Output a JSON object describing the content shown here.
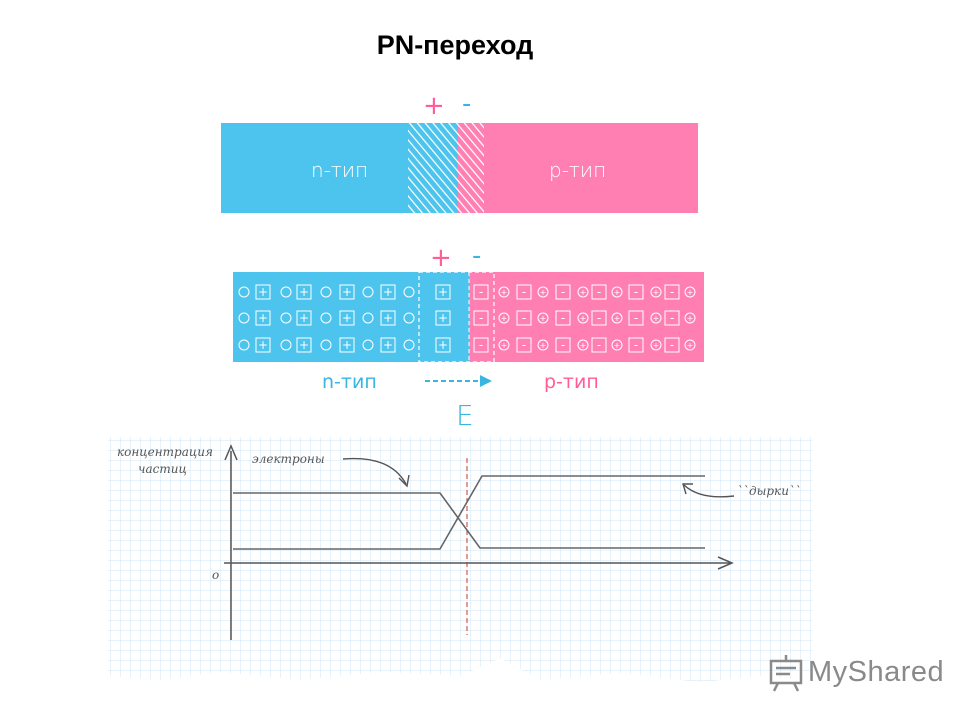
{
  "title": "PN-переход",
  "top_bar": {
    "n_label": "n-тип",
    "p_label": "p-тип",
    "plus": "+",
    "minus": "-"
  },
  "lattice": {
    "n_label": "n-тип",
    "p_label": "p-тип",
    "plus": "+",
    "minus": "-",
    "field_label": "E"
  },
  "graph": {
    "ylabel_line1": "концентрация",
    "ylabel_line2": "частиц",
    "origin": "o",
    "electrons_label": "электроны",
    "holes_label": "``дырки``"
  },
  "watermark": {
    "text": "MyShared"
  },
  "colors": {
    "n_region": "#4dc4ee",
    "p_region": "#ff7fb3",
    "plus_accent": "#ff5c98",
    "minus_accent": "#39b6e0",
    "grid": "#cfe6f5"
  }
}
